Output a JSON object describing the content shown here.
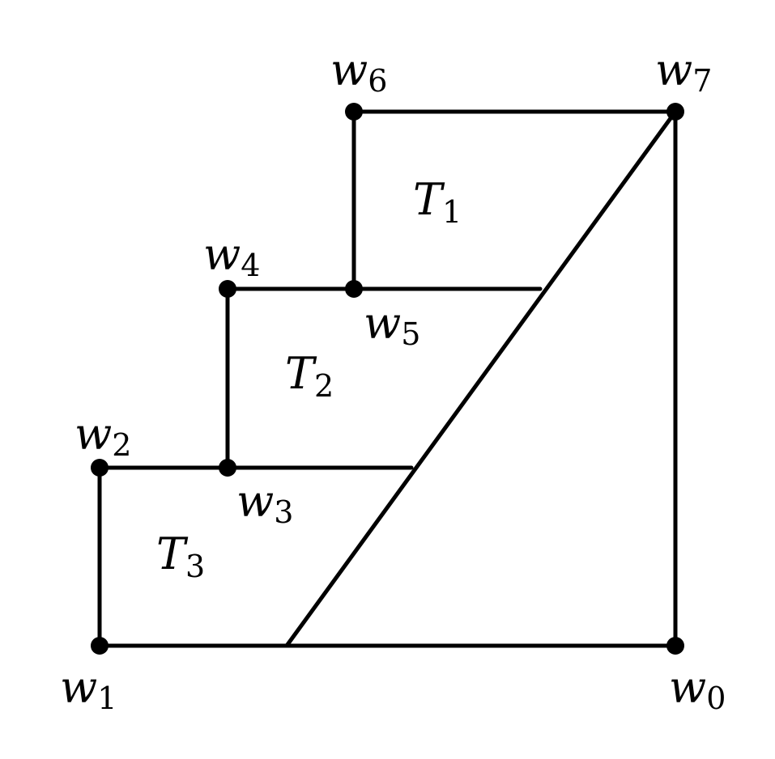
{
  "diagram": {
    "colors": {
      "stroke": "#000000",
      "background": "#ffffff"
    },
    "vertices": [
      {
        "id": "w0",
        "label": "w",
        "sub": "0"
      },
      {
        "id": "w1",
        "label": "w",
        "sub": "1"
      },
      {
        "id": "w2",
        "label": "w",
        "sub": "2"
      },
      {
        "id": "w3",
        "label": "w",
        "sub": "3"
      },
      {
        "id": "w4",
        "label": "w",
        "sub": "4"
      },
      {
        "id": "w5",
        "label": "w",
        "sub": "5"
      },
      {
        "id": "w6",
        "label": "w",
        "sub": "6"
      },
      {
        "id": "w7",
        "label": "w",
        "sub": "7"
      }
    ],
    "regions": [
      {
        "id": "T1",
        "label": "T",
        "sub": "1"
      },
      {
        "id": "T2",
        "label": "T",
        "sub": "2"
      },
      {
        "id": "T3",
        "label": "T",
        "sub": "3"
      }
    ]
  }
}
